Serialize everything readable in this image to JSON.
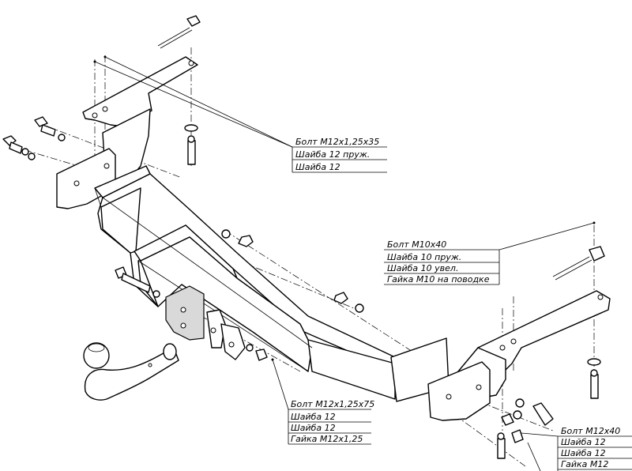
{
  "callouts": {
    "top_bolt_group": {
      "lines": [
        "Болт М12х1,25х35",
        "Шайба 12 пруж.",
        "Шайба 12"
      ]
    },
    "middle_bolt_group": {
      "lines": [
        "Болт М10х40",
        "Шайба 10 пруж.",
        "Шайба 10 увел.",
        "Гайка М10 на поводке"
      ]
    },
    "lower_left_bolt_group": {
      "lines": [
        "Болт М12х1,25х75",
        "Шайба 12",
        "Шайба 12",
        "Гайка М12х1,25"
      ]
    },
    "lower_right_bolt_group": {
      "lines": [
        "Болт М12х40",
        "Шайба 12",
        "Шайба 12",
        "Гайка М12"
      ]
    }
  }
}
